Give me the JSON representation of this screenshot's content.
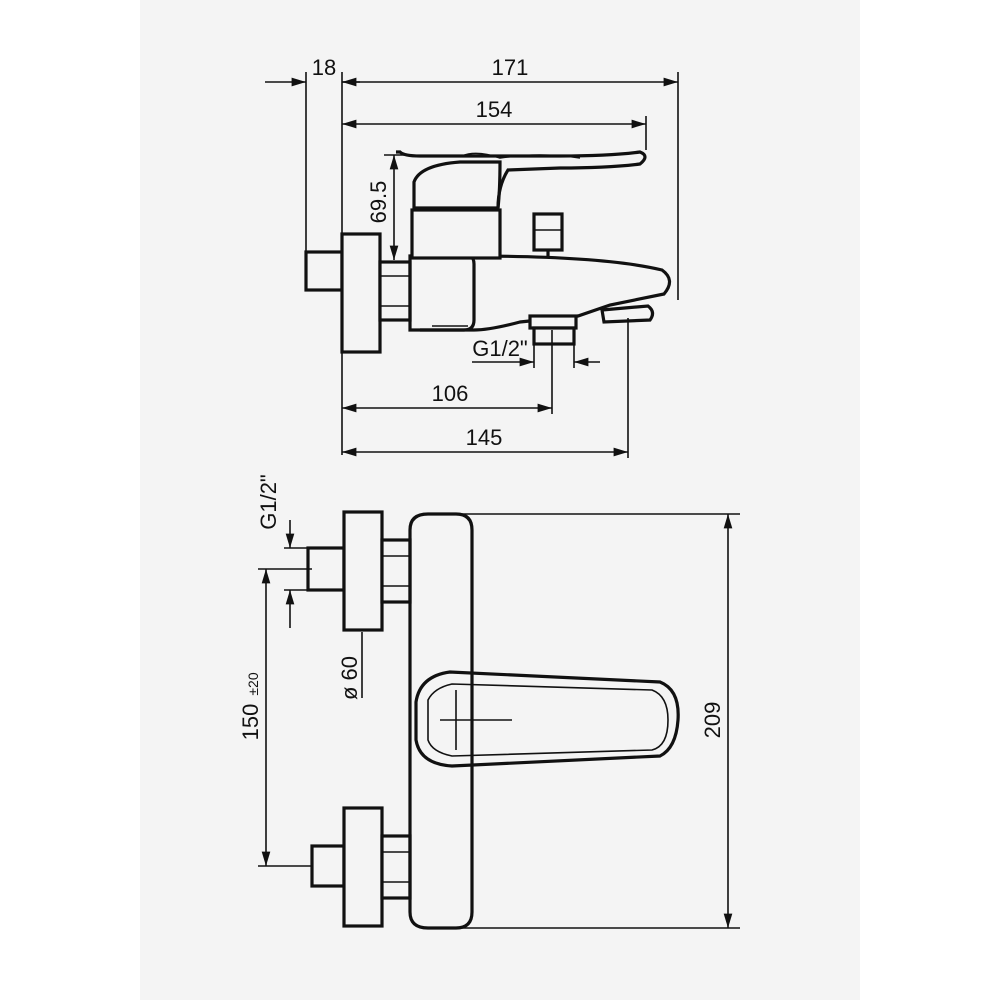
{
  "side_view": {
    "dim_wall_offset": "18",
    "dim_total_length": "171",
    "dim_lever_length": "154",
    "dim_height": "69.5",
    "dim_thread": "G1/2\"",
    "dim_outlet": "106",
    "dim_spout": "145"
  },
  "front_view": {
    "dim_thread": "G1/2\"",
    "dim_flange_diameter": "ø 60",
    "dim_centers": "150",
    "dim_centers_tolerance": "±20",
    "dim_height": "209"
  }
}
